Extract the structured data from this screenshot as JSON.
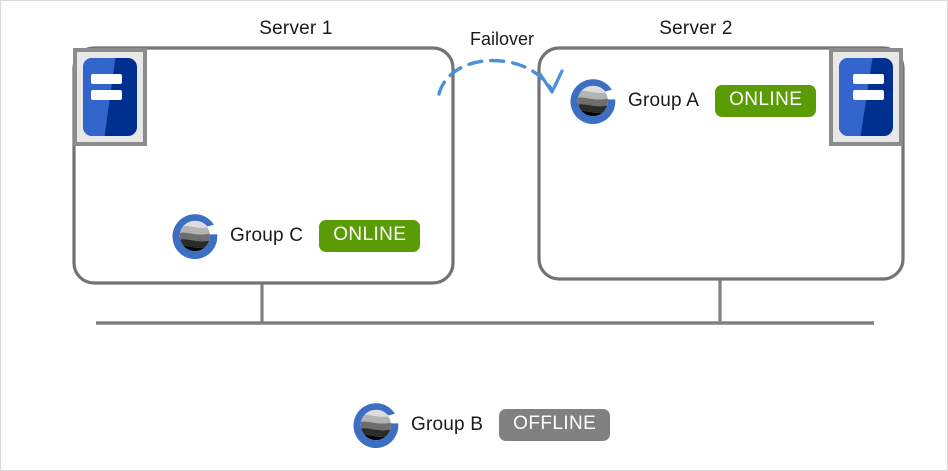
{
  "diagram": {
    "title_hidden": "",
    "failover": {
      "label": "Failover",
      "arrow": "dashed-curved-arrow",
      "color": "#4a90d9"
    }
  },
  "servers": [
    {
      "id": "server-1",
      "title": "Server 1",
      "icon": "server-machine-icon",
      "groups": [
        {
          "name": "Group C",
          "status": "ONLINE",
          "status_color": "#5a9c06",
          "logo": "group-globe-logo"
        }
      ]
    },
    {
      "id": "server-2",
      "title": "Server 2",
      "icon": "server-machine-icon",
      "groups": [
        {
          "name": "Group A",
          "status": "ONLINE",
          "status_color": "#5a9c06",
          "logo": "group-globe-logo"
        }
      ]
    }
  ],
  "unassigned": {
    "groups": [
      {
        "name": "Group B",
        "status": "OFFLINE",
        "status_color": "#808080",
        "logo": "group-globe-logo"
      }
    ]
  },
  "colors": {
    "outline": "#737373",
    "bus_line": "#808080",
    "icon_frame": "#8c8c8c",
    "icon_light_blue": "#3266cc",
    "icon_dark_blue": "#00308f",
    "logo_ring_blue": "#3c6fc4",
    "online_green": "#5a9c06",
    "offline_gray": "#808080",
    "arrow_blue": "#4a90d9",
    "text": "#1a1a1a"
  }
}
